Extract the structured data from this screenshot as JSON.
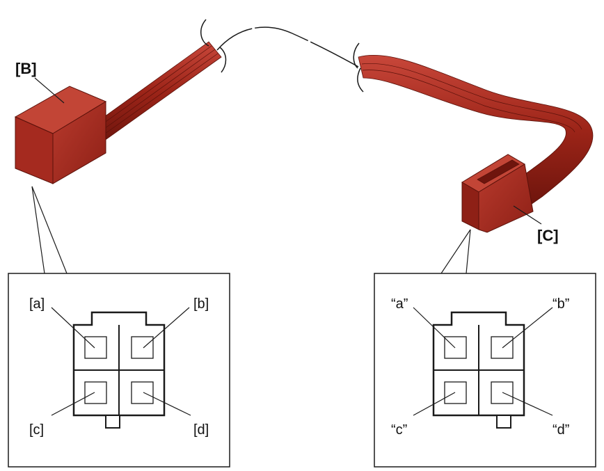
{
  "connectors": {
    "B": {
      "label": "[B]"
    },
    "C": {
      "label": "[C]"
    }
  },
  "detail_left": {
    "pins": {
      "a": "[a]",
      "b": "[b]",
      "c": "[c]",
      "d": "[d]"
    }
  },
  "detail_right": {
    "pins": {
      "a": "“a”",
      "b": "“b”",
      "c": "“c”",
      "d": "“d”"
    }
  },
  "colors": {
    "connector_red": "#a52a1f",
    "connector_dark": "#7d1a12",
    "cable_red": "#9c2418",
    "line": "#1a1a1a"
  }
}
